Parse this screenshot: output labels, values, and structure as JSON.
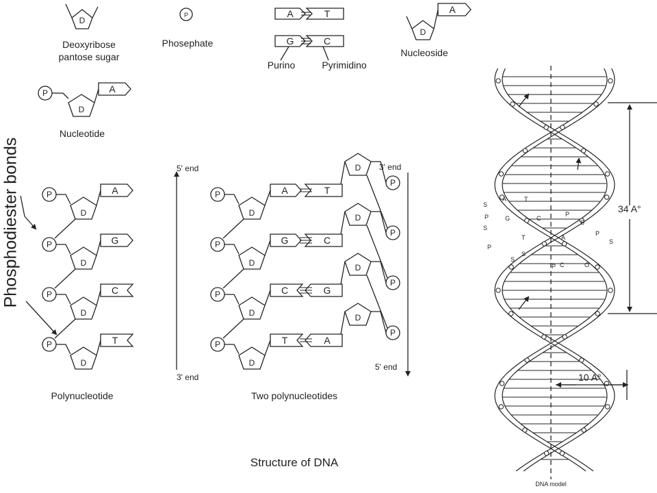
{
  "side_title": "Phosphodiester bonds",
  "legend": {
    "sugar_caption_line1": "Deoxyribose",
    "sugar_caption_line2": "pantose sugar",
    "phosphate_caption": "Phosephate",
    "purine_caption": "Purino",
    "pyrimidine_caption": "Pyrimidino",
    "nucleoside_caption": "Nucleoside",
    "nucleotide_caption": "Nucleotide"
  },
  "symbols": {
    "sugar": "D",
    "phosphate": "P"
  },
  "pairs": [
    {
      "left": "A",
      "right": "T"
    },
    {
      "left": "G",
      "right": "C"
    }
  ],
  "polynucleotide": {
    "bases": [
      "A",
      "G",
      "C",
      "T"
    ],
    "caption": "Polynucleotide"
  },
  "strand_ends": {
    "five_prime": "5' end",
    "three_prime": "3' end"
  },
  "two_polynucleotides": {
    "pairs": [
      {
        "left": "A",
        "right": "T"
      },
      {
        "left": "G",
        "right": "C"
      },
      {
        "left": "C",
        "right": "G"
      },
      {
        "left": "T",
        "right": "A"
      }
    ],
    "top_right_end": "3' end",
    "bottom_right_end": "5' end",
    "caption": "Two polynucleotides"
  },
  "dna_model": {
    "pitch_label": "34 A°",
    "width_label": "10 A°",
    "caption": "DNA model",
    "backbone_letters": [
      "S",
      "P",
      "S",
      "P",
      "S",
      "P",
      "S",
      "P",
      "S",
      "P",
      "S"
    ],
    "rung_letters": [
      [
        "A",
        "T"
      ],
      [
        "G",
        "C"
      ],
      [
        "T",
        "A"
      ],
      [
        "C",
        "O"
      ]
    ]
  },
  "figure_title": "Structure of DNA"
}
